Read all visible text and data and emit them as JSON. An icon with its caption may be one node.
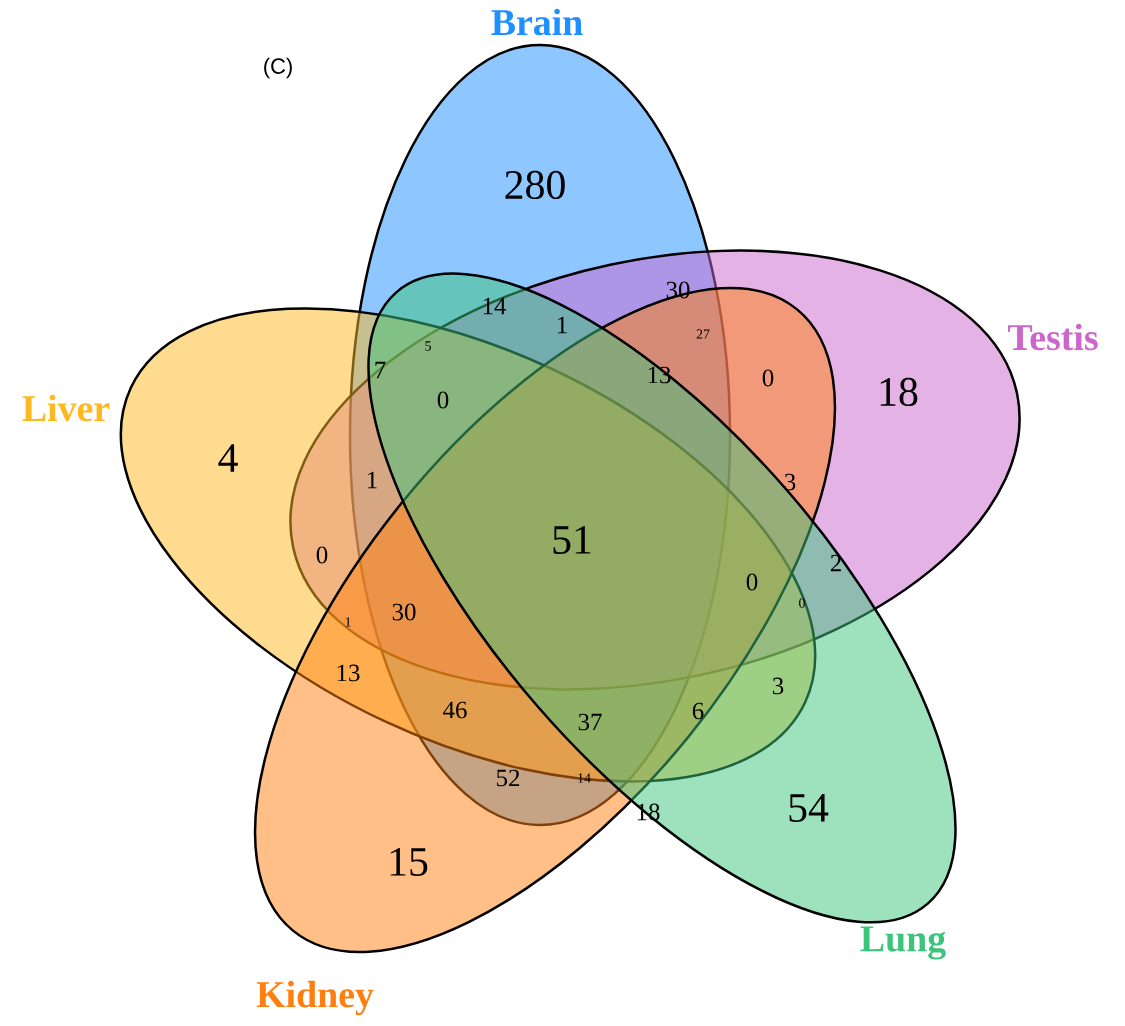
{
  "diagram": {
    "nodes": [
      {
        "text": [
          "Brain"
        ]
      },
      {
        "text": [
          "Testis"
        ]
      },
      {
        "text": [
          "Liver"
        ]
      },
      {
        "text": [
          "Kidney"
        ]
      },
      {
        "text": [
          "Lung"
        ]
      }
    ],
    "labels": [
      "(C)",
      "280",
      "14",
      "30",
      "1",
      "7",
      "5",
      "27",
      "0",
      "13",
      "18",
      "0",
      "4",
      "1",
      "3",
      "51",
      "0",
      "2",
      "0",
      "0",
      "1",
      "30",
      "13",
      "46",
      "37",
      "6",
      "3",
      "52",
      "14",
      "18",
      "54",
      "15"
    ]
  }
}
